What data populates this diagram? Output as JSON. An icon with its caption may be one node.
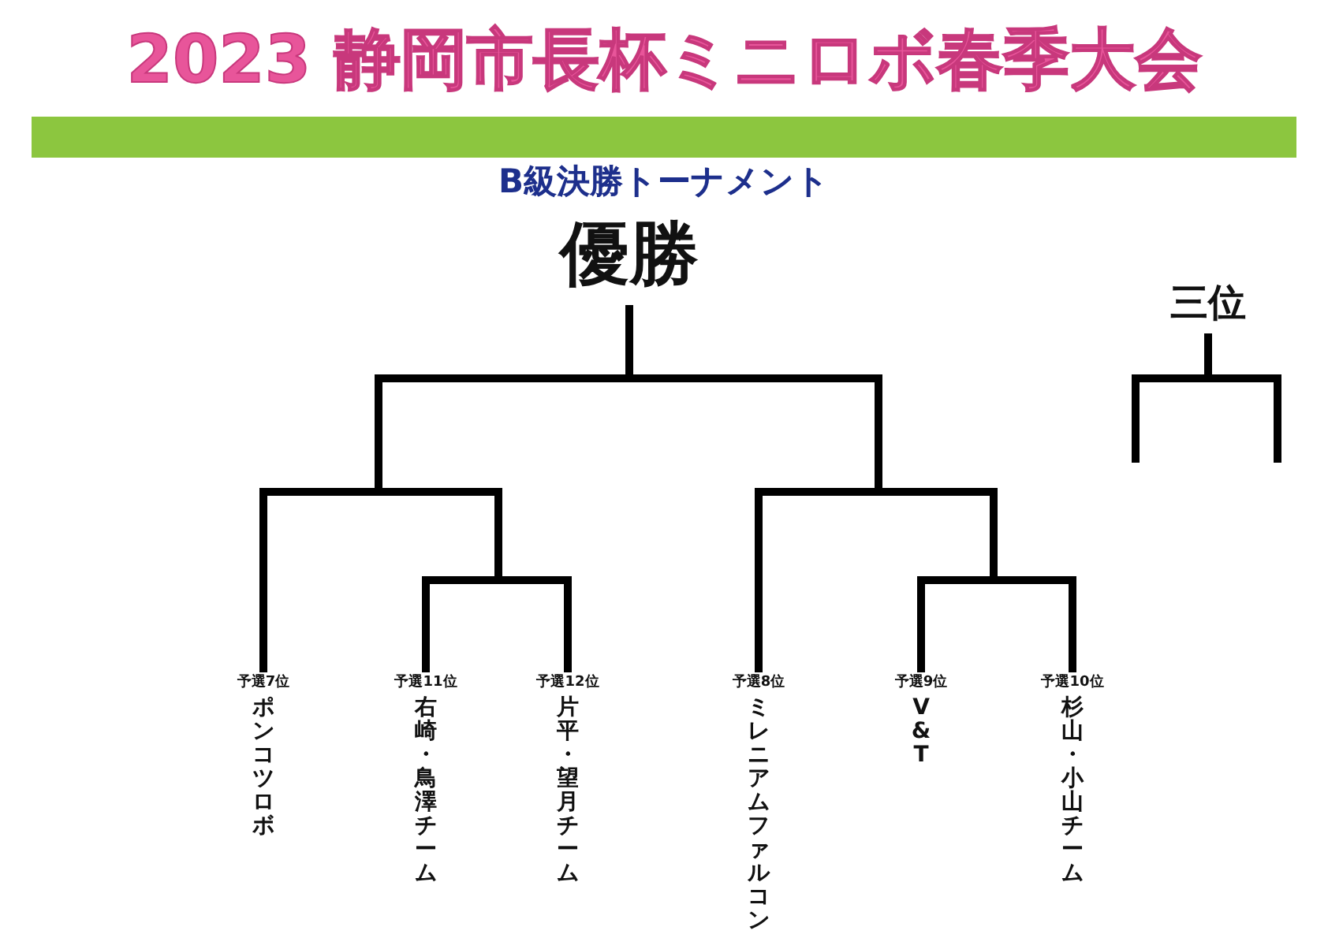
{
  "diagram": {
    "title": "2023 静岡市長杯ミニロボ春季大会",
    "nodes": [
      {
        "text": [
          "予選7位",
          "ポンコツロボ"
        ]
      },
      {
        "text": [
          "予選11位",
          "右崎・鳥澤チーム"
        ]
      },
      {
        "text": [
          "予選12位",
          "片平・望月チーム"
        ]
      },
      {
        "text": [
          "予選8位",
          "ミレニアムファルコン"
        ]
      },
      {
        "text": [
          "予選9位",
          "V&T"
        ]
      },
      {
        "text": [
          "予選10位",
          "杉山・小山チーム"
        ]
      }
    ],
    "edges": [],
    "labels": [
      "B級決勝トーナメント",
      "優勝",
      "三位"
    ]
  }
}
